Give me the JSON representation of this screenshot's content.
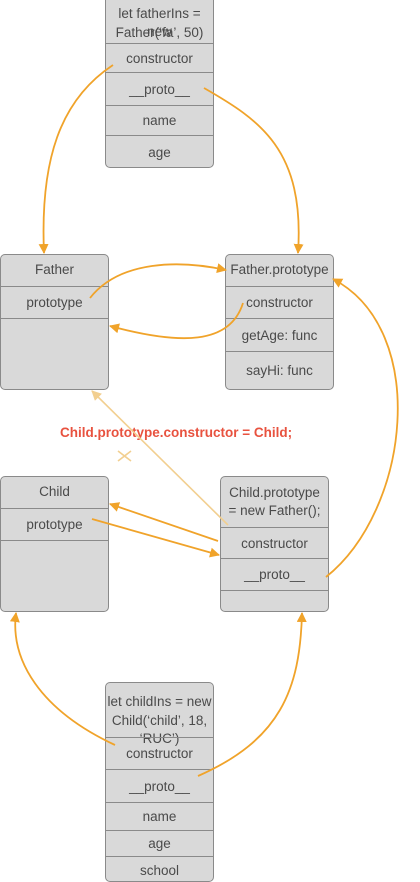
{
  "father_instance": {
    "title_line1": "let fatherIns = new",
    "title_line2": "Father(‘fa’, 50)",
    "rows": [
      "constructor",
      "__proto__",
      "name",
      "age"
    ]
  },
  "father": {
    "title": "Father",
    "rows": [
      "prototype"
    ]
  },
  "father_prototype": {
    "title": "Father.prototype",
    "rows": [
      "constructor",
      "getAge: func",
      "sayHi: func"
    ]
  },
  "annotation": "Child.prototype.constructor = Child;",
  "child": {
    "title": "Child",
    "rows": [
      "prototype"
    ]
  },
  "child_prototype": {
    "title_line1": "Child.prototype",
    "title_line2": "= new Father();",
    "rows": [
      "constructor",
      "__proto__"
    ]
  },
  "child_instance": {
    "title_line1": "let childIns = new",
    "title_line2": "Child(‘child’, 18, ‘RUC’)",
    "rows": [
      "constructor",
      "__proto__",
      "name",
      "age",
      "school"
    ]
  },
  "colors": {
    "arrow": "#f0a32a",
    "arrow_faded": "#f2cf90",
    "annotation": "#e8523f",
    "box_fill": "#d9d9d9"
  }
}
